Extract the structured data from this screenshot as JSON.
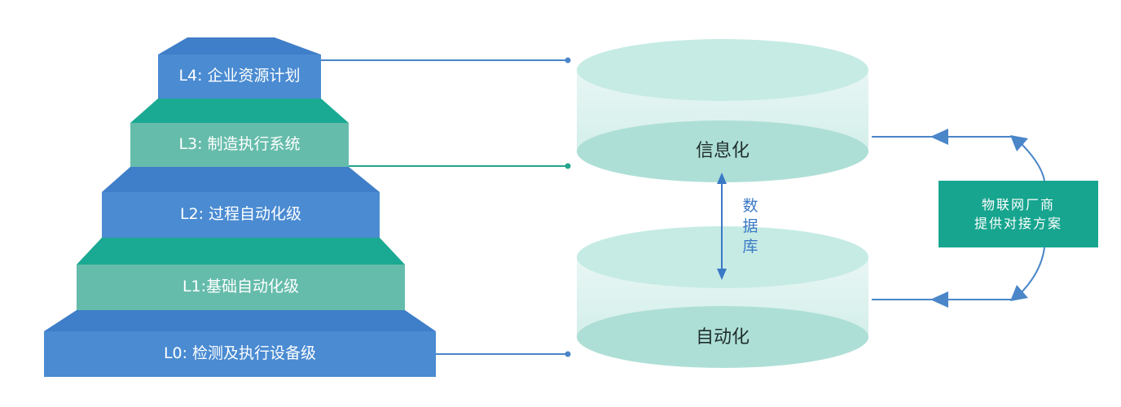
{
  "levels": [
    {
      "label": "L4: 企业资源计划",
      "color": "#4a8bd2"
    },
    {
      "label": "L3: 制造执行系统",
      "color": "#66bcab"
    },
    {
      "label": "L2: 过程自动化级",
      "color": "#4a8bd2"
    },
    {
      "label": "L1:基础自动化级",
      "color": "#66bcab"
    },
    {
      "label": "L0: 检测及执行设备级",
      "color": "#4a8bd2"
    }
  ],
  "cylinders": {
    "top_label": "信息化",
    "bottom_label": "自动化"
  },
  "database_label": [
    "数",
    "据",
    "库"
  ],
  "vendor_box": {
    "line1": "物联网厂商",
    "line2": "提供对接方案"
  },
  "colors": {
    "blue": "#4a8bd2",
    "blue_dark": "#3f7ec8",
    "teal": "#66bcab",
    "teal_dark": "#1aa992",
    "line_blue": "#4a86c8",
    "line_teal": "#23a58e"
  }
}
